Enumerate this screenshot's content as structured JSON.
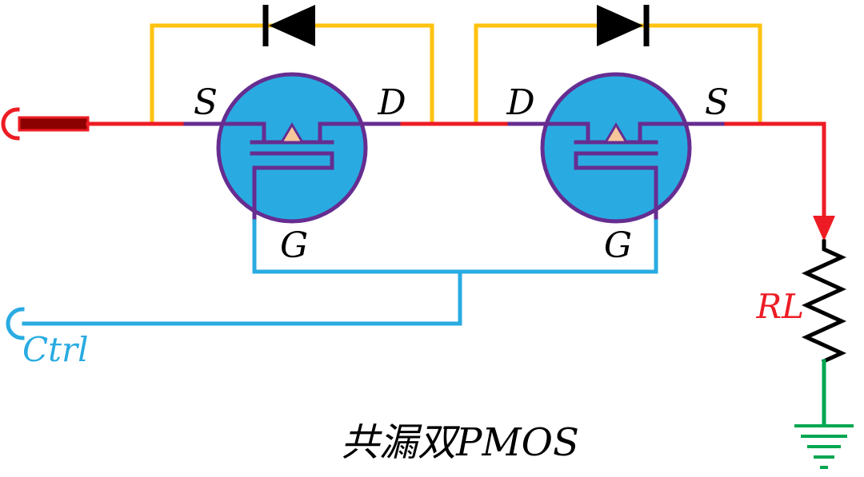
{
  "diagram": {
    "title": "共漏双PMOS",
    "labels": {
      "left_source": "S",
      "left_drain": "D",
      "right_drain": "D",
      "right_source": "S",
      "left_gate": "G",
      "right_gate": "G",
      "load": "RL",
      "control": "Ctrl"
    },
    "colors": {
      "wire_red": "#ED1C24",
      "connector_dark_red": "#8B0000",
      "wire_orange": "#FFC20E",
      "wire_cyan": "#29ABE2",
      "mosfet_fill": "#29ABE2",
      "mosfet_outline": "#662D91",
      "arrow_fill": "#F6C79B",
      "wire_green": "#00A651",
      "diode_black": "#000000",
      "resistor_black": "#000000",
      "label_black": "#000000"
    }
  }
}
